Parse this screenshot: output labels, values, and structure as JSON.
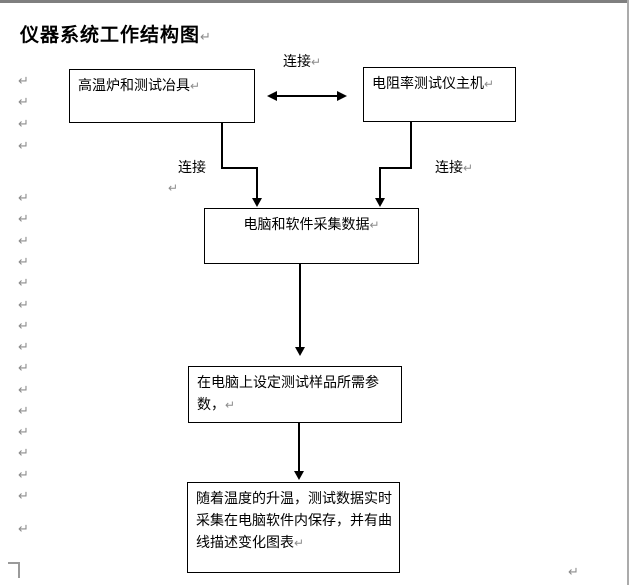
{
  "document": {
    "title": "仪器系统工作结构图",
    "pilcrow": "↵"
  },
  "flowchart": {
    "boxes": {
      "furnace": {
        "label": "高温炉和测试冶具"
      },
      "tester": {
        "label": "电阻率测试仪主机"
      },
      "computer": {
        "label": "电脑和软件采集数据"
      },
      "params": {
        "lines": [
          "在电脑上设定测试样品所需参",
          "数，"
        ]
      },
      "record": {
        "lines": [
          "随着温度的升温，测试数据实时",
          "采集在电脑软件内保存，并有曲",
          "线描述变化图表"
        ]
      }
    },
    "labels": {
      "connect_top": "连接",
      "connect_left": "连接",
      "connect_right": "连接"
    },
    "colors": {
      "shape_border": "#000000",
      "arrow": "#000000",
      "paragraph_mark": "#8c8c8c",
      "page_edge": "#7f7f7f"
    }
  }
}
